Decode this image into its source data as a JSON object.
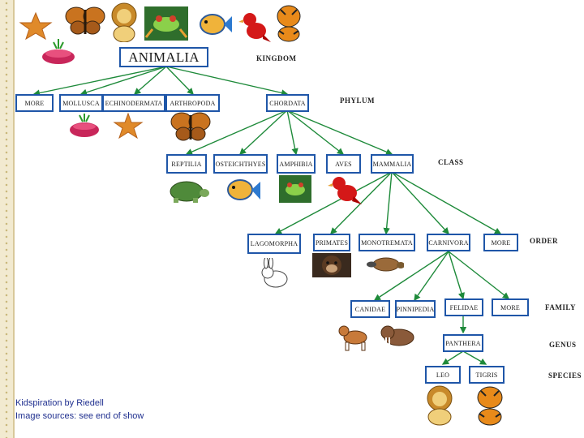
{
  "root": "ANIMALIA",
  "ranks": {
    "kingdom": "KINGDOM",
    "phylum": "PHYLUM",
    "class": "CLASS",
    "order": "ORDER",
    "family": "FAMILY",
    "genus": "GENUS",
    "species": "SPECIES"
  },
  "phyla": [
    "MORE",
    "MOLLUSCA",
    "ECHINODERMATA",
    "ARTHROPODA",
    "CHORDATA"
  ],
  "classes": [
    "REPTILIA",
    "OSTEICHTHYES",
    "AMPHIBIA",
    "AVES",
    "MAMMALIA"
  ],
  "orders": [
    "LAGOMORPHA",
    "PRIMATES",
    "MONOTREMATA",
    "CARNIVORA",
    "MORE"
  ],
  "families": [
    "CANIDAE",
    "PINNIPEDIA",
    "FELIDAE",
    "MORE"
  ],
  "genus": "PANTHERA",
  "species": [
    "LEO",
    "TIGRIS"
  ],
  "credits": {
    "line1": "Kidspiration by Riedell",
    "line2": "Image sources: see end of show"
  },
  "colors": {
    "connector": "#1e8a3a",
    "box_border": "#1f56a8",
    "credits_text": "#1f2f8f"
  }
}
